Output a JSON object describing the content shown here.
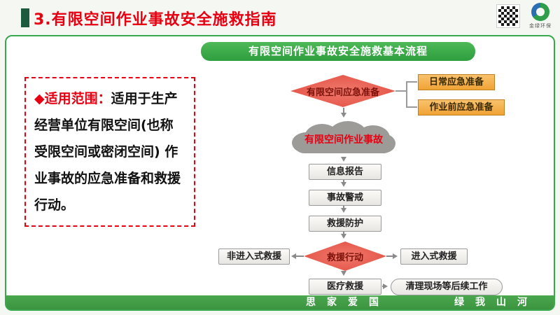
{
  "header": {
    "title": "3.有限空间作业事故安全施救指南",
    "logo_caption": "金绿环保"
  },
  "banner": {
    "title": "有限空间作业事故安全施救基本流程"
  },
  "scope": {
    "bullet": "◆",
    "label": "适用范围：",
    "body": "适用于生产经营单位有限空间(也称受限空间或密闭空间) 作业事故的应急准备和救援行动。"
  },
  "flow": {
    "prepare_diamond": "有限空间应急准备",
    "prepare_items": [
      "日常应急准备",
      "作业前应急准备"
    ],
    "accident_cloud": "有限空间作业事故",
    "steps": [
      "信息报告",
      "事故警戒",
      "救援防护"
    ],
    "rescue_diamond": "救援行动",
    "non_entry": "非进入式救援",
    "entry": "进入式救援",
    "medical": "医疗救援",
    "cleanup": "清理现场等后续工作"
  },
  "footer": {
    "slogan_left": "思家爱国",
    "slogan_right": "绿我山河"
  },
  "colors": {
    "accent_green": "#3aa84c",
    "title_red": "#e60012",
    "diamond_red": "#e14b3e",
    "orange": "#f0a335",
    "cloud_gray": "#9d9b98"
  }
}
